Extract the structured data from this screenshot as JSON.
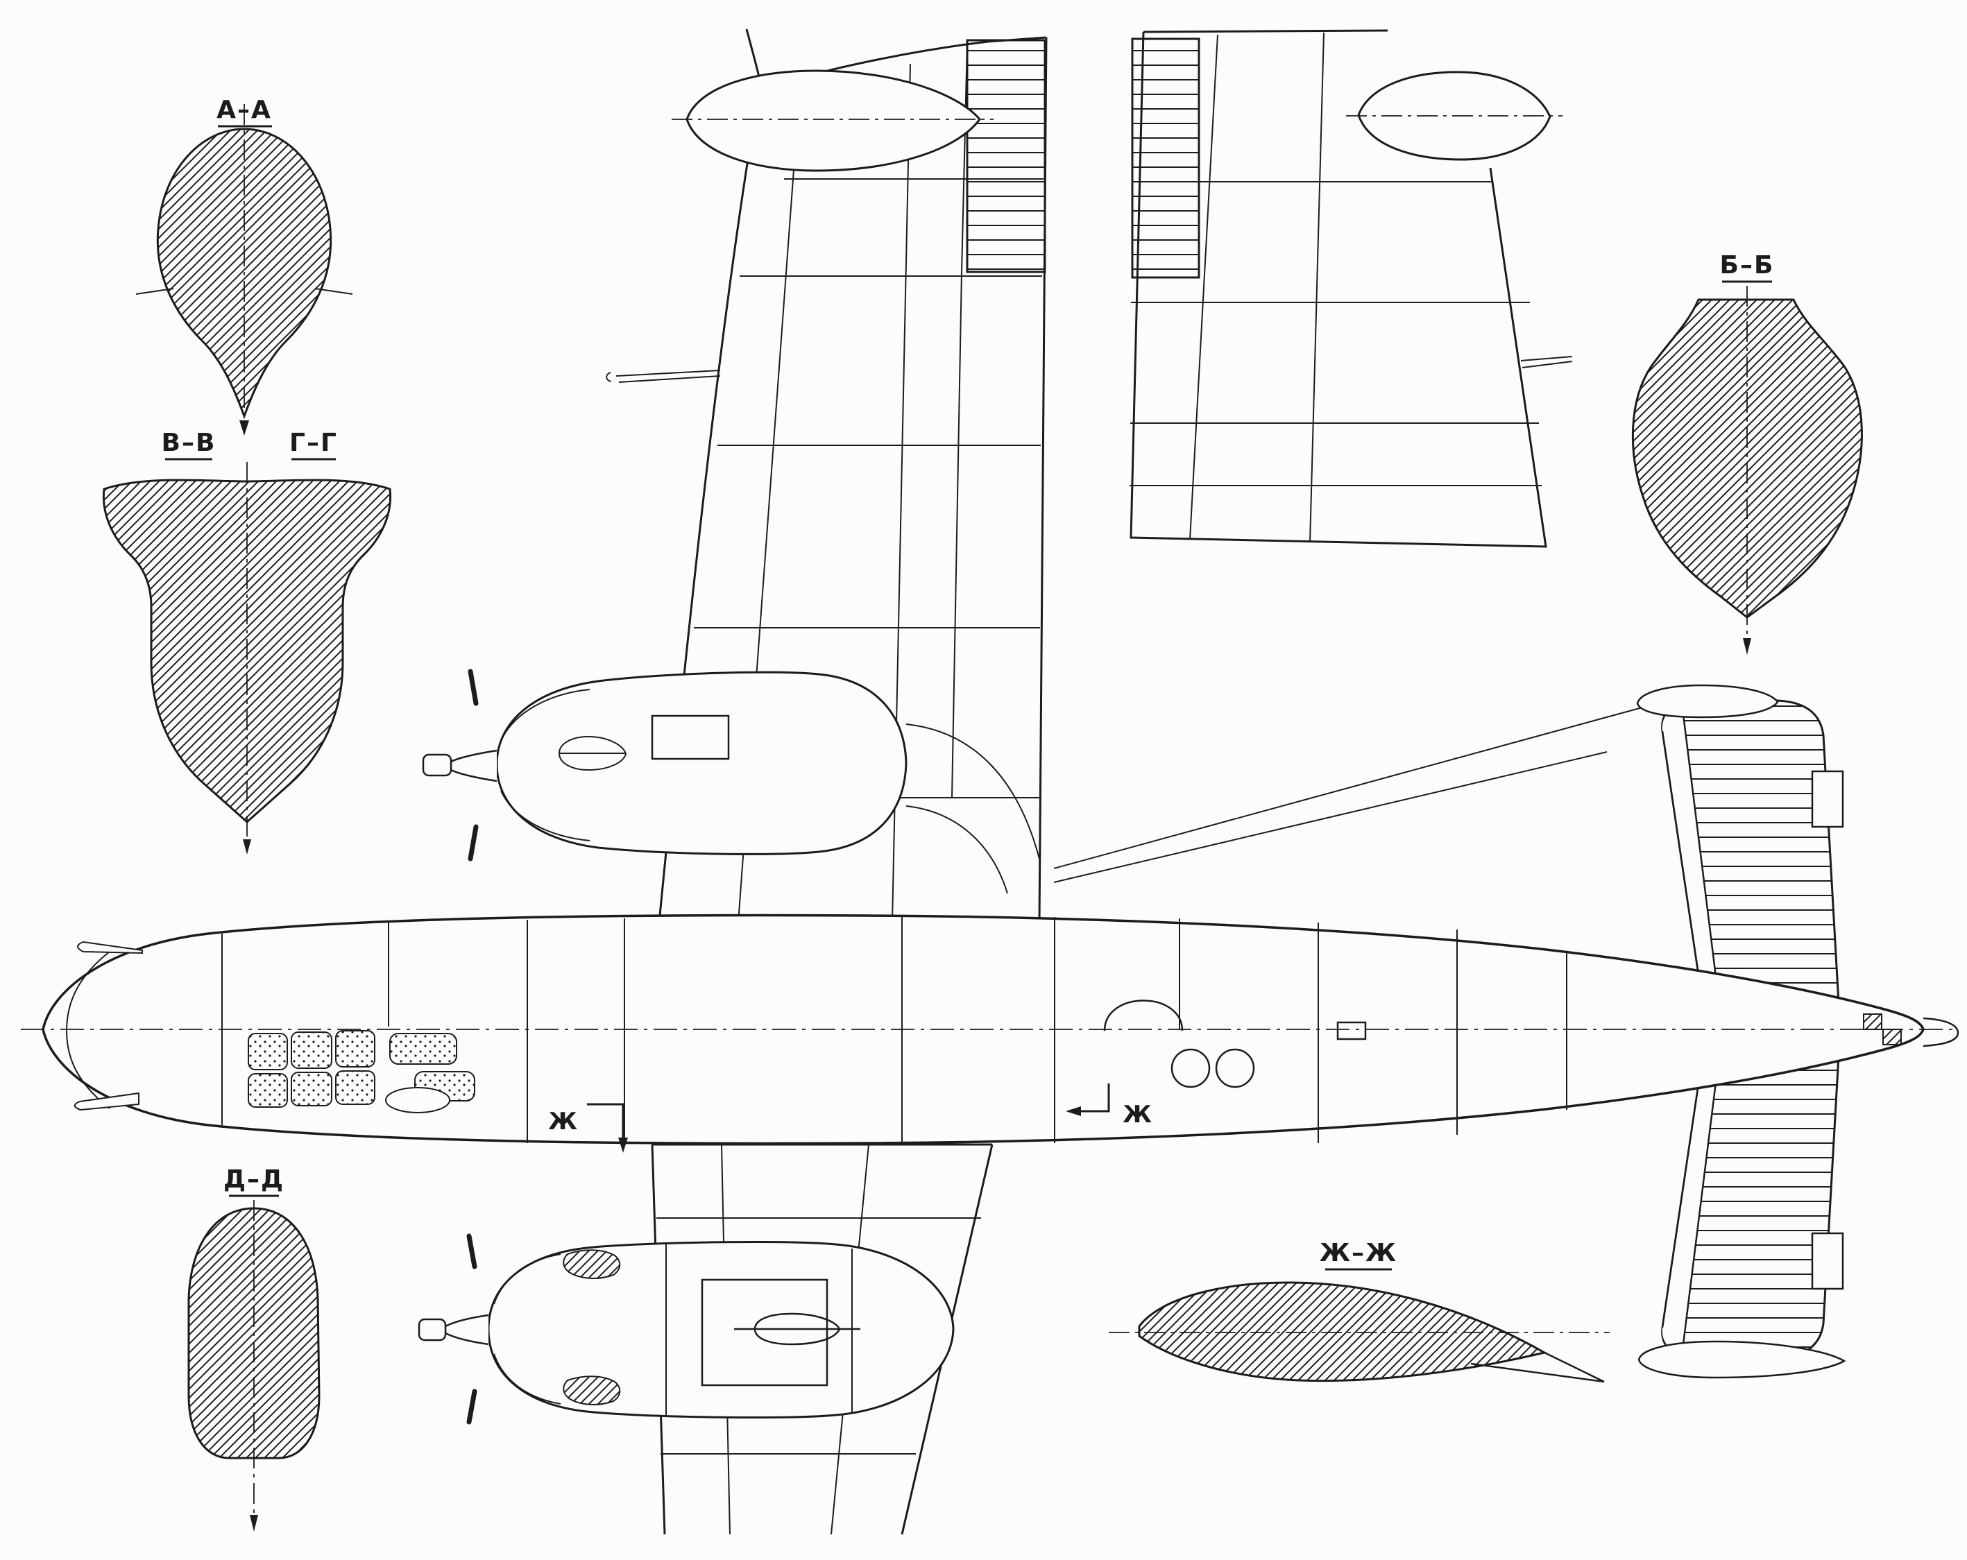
{
  "drawing": {
    "background": "#fcfcfa",
    "ink": "#1c1c1c",
    "sections": {
      "aa": "А–А",
      "vv": "В–В",
      "gg": "Г–Г",
      "bb": "Б–Б",
      "dd": "Д–Д",
      "zhzh": "Ж–Ж",
      "zh_left": "Ж",
      "zh_right": "Ж"
    }
  }
}
